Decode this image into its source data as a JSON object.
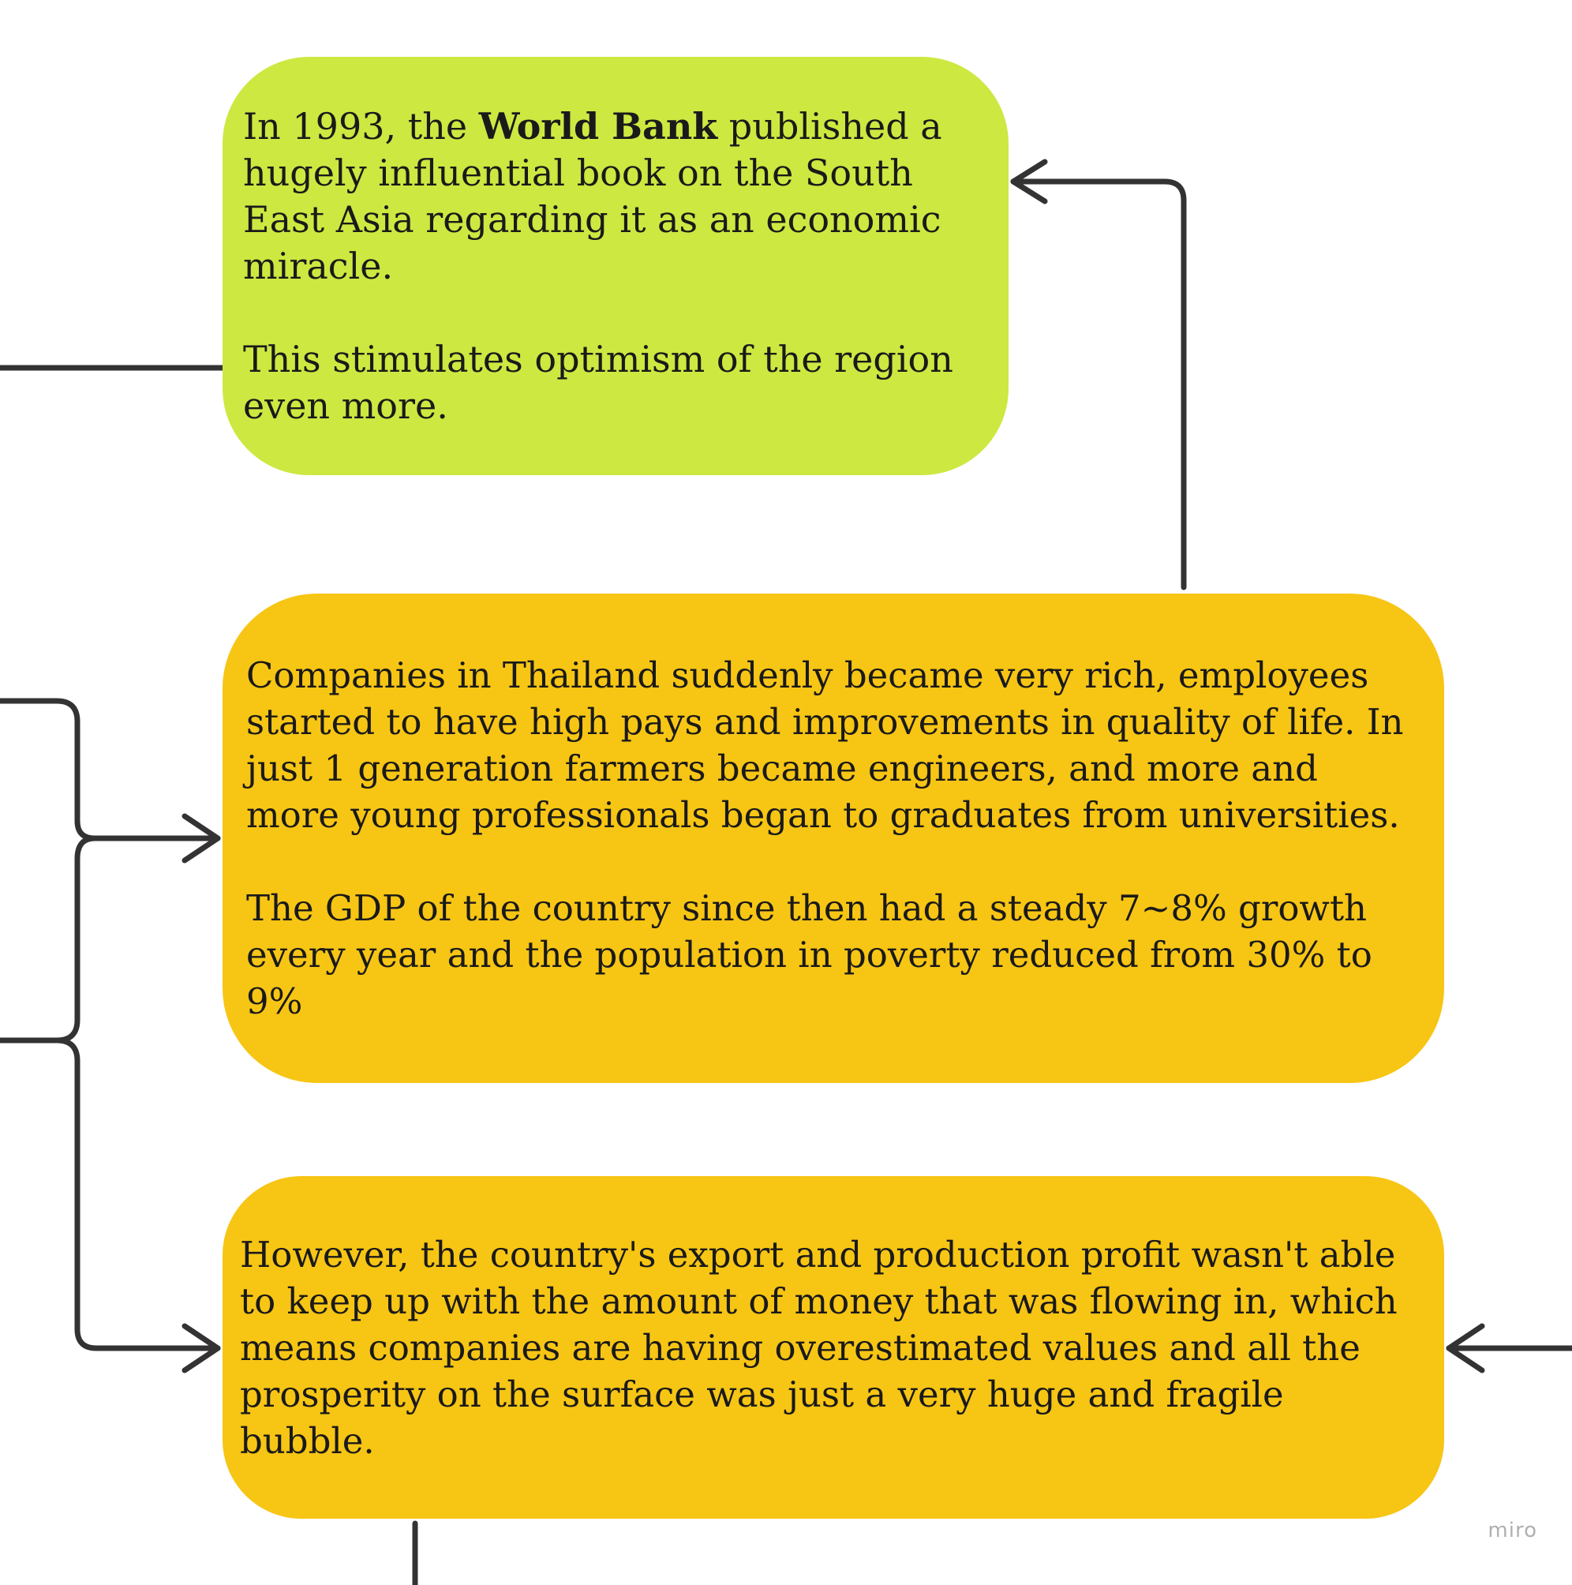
{
  "colors": {
    "green_card": "#cde841",
    "yellow_card": "#f7c514",
    "connector": "#333333",
    "watermark": "#b0b0b0"
  },
  "nodes": [
    {
      "id": "node-1",
      "paragraphs": [
        {
          "before": "In 1993, the ",
          "bold": "World Bank",
          "after": " published a hugely influential book on the South East Asia regarding it as an economic miracle."
        },
        {
          "text": "This stimulates optimism of the region even more."
        }
      ]
    },
    {
      "id": "node-2",
      "paragraphs": [
        {
          "text": "Companies in Thailand suddenly became very rich, employees started to have high pays and improvements in quality of life. In just 1 generation farmers became engineers, and more and more young professionals began to graduates from universities."
        },
        {
          "text": "The GDP of the country since then had a steady 7~8% growth every year and the population in poverty reduced from 30% to 9%"
        }
      ]
    },
    {
      "id": "node-3",
      "paragraphs": [
        {
          "text": "However, the country's export and production profit wasn't able to keep up with the amount of money that was flowing in, which means companies are having overestimated values and all the prosperity on the surface was just a very huge and fragile bubble."
        }
      ]
    }
  ],
  "watermark": {
    "text": "miro"
  }
}
